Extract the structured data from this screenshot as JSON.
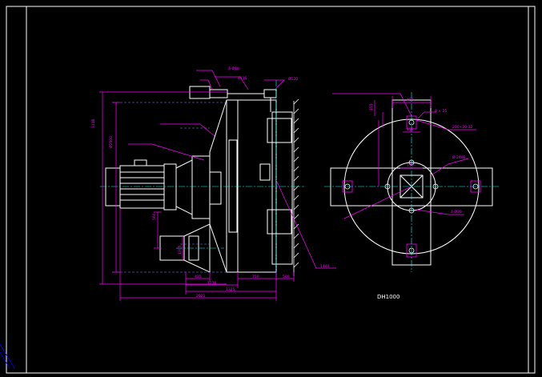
{
  "drawing": {
    "title_line_1": "DH1000",
    "title_line_2": "",
    "subtitle_line": "",
    "colors": {
      "background": "#000000",
      "frame": "#ffffff",
      "outline": "#ffffff",
      "dimension": "#ff00ff",
      "center": "#00ffff",
      "hidden": "#8080ff",
      "text": "#ffff00"
    },
    "side_view": {
      "dims": {
        "d1": "1440",
        "d2": "435",
        "d3": "1270",
        "d4": "750",
        "d5": "580",
        "d6": "1325",
        "d7": "2021",
        "vert_total": "3118",
        "vert_small": "560",
        "vert_mid": "1305",
        "dia_left": "Ø2500",
        "top_a": "4-Ø18",
        "top_b": "8115",
        "top_c": "Ø120"
      }
    },
    "plan_view": {
      "dims": {
        "width_top": "400",
        "offset_left": "155",
        "slot": "8 × 25",
        "center_a": "150",
        "center_b": "150",
        "radius_hole": "Ø 2400",
        "right_note": "200×20-12",
        "dia_label": "4-Ø30"
      }
    }
  }
}
